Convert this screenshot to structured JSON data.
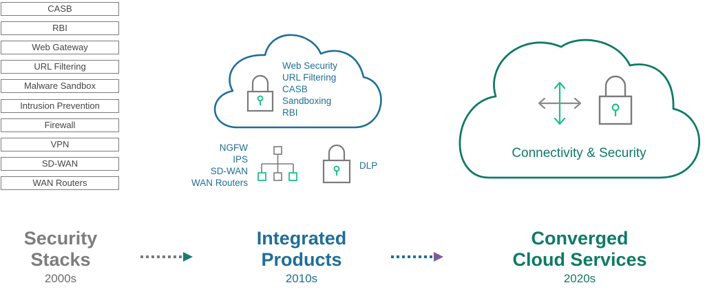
{
  "security_stacks": {
    "items": [
      "CASB",
      "RBI",
      "Web Gateway",
      "URL Filtering",
      "Malware Sandbox",
      "Intrusion Prevention",
      "Firewall",
      "VPN",
      "SD-WAN",
      "WAN Routers"
    ],
    "title_line1": "Security",
    "title_line2": "Stacks",
    "year": "2000s"
  },
  "integrated_products": {
    "cloud_items": [
      "Web Security",
      "URL Filtering",
      "CASB",
      "Sandboxing",
      "RBI"
    ],
    "network_items": [
      "NGFW",
      "IPS",
      "SD-WAN",
      "WAN Routers"
    ],
    "dlp_label": "DLP",
    "title_line1": "Integrated",
    "title_line2": "Products",
    "year": "2010s"
  },
  "converged": {
    "cloud_label": "Connectivity & Security",
    "title_line1": "Converged",
    "title_line2": "Cloud Services",
    "year": "2020s"
  },
  "colors": {
    "gray": "#7d7d7d",
    "blue": "#1f6e97",
    "teal": "#0f7a66",
    "green_icon": "#1fbf8f"
  },
  "icons": [
    "lock-icon",
    "network-topology-icon",
    "move-arrows-icon",
    "dotted-arrow-icon"
  ]
}
